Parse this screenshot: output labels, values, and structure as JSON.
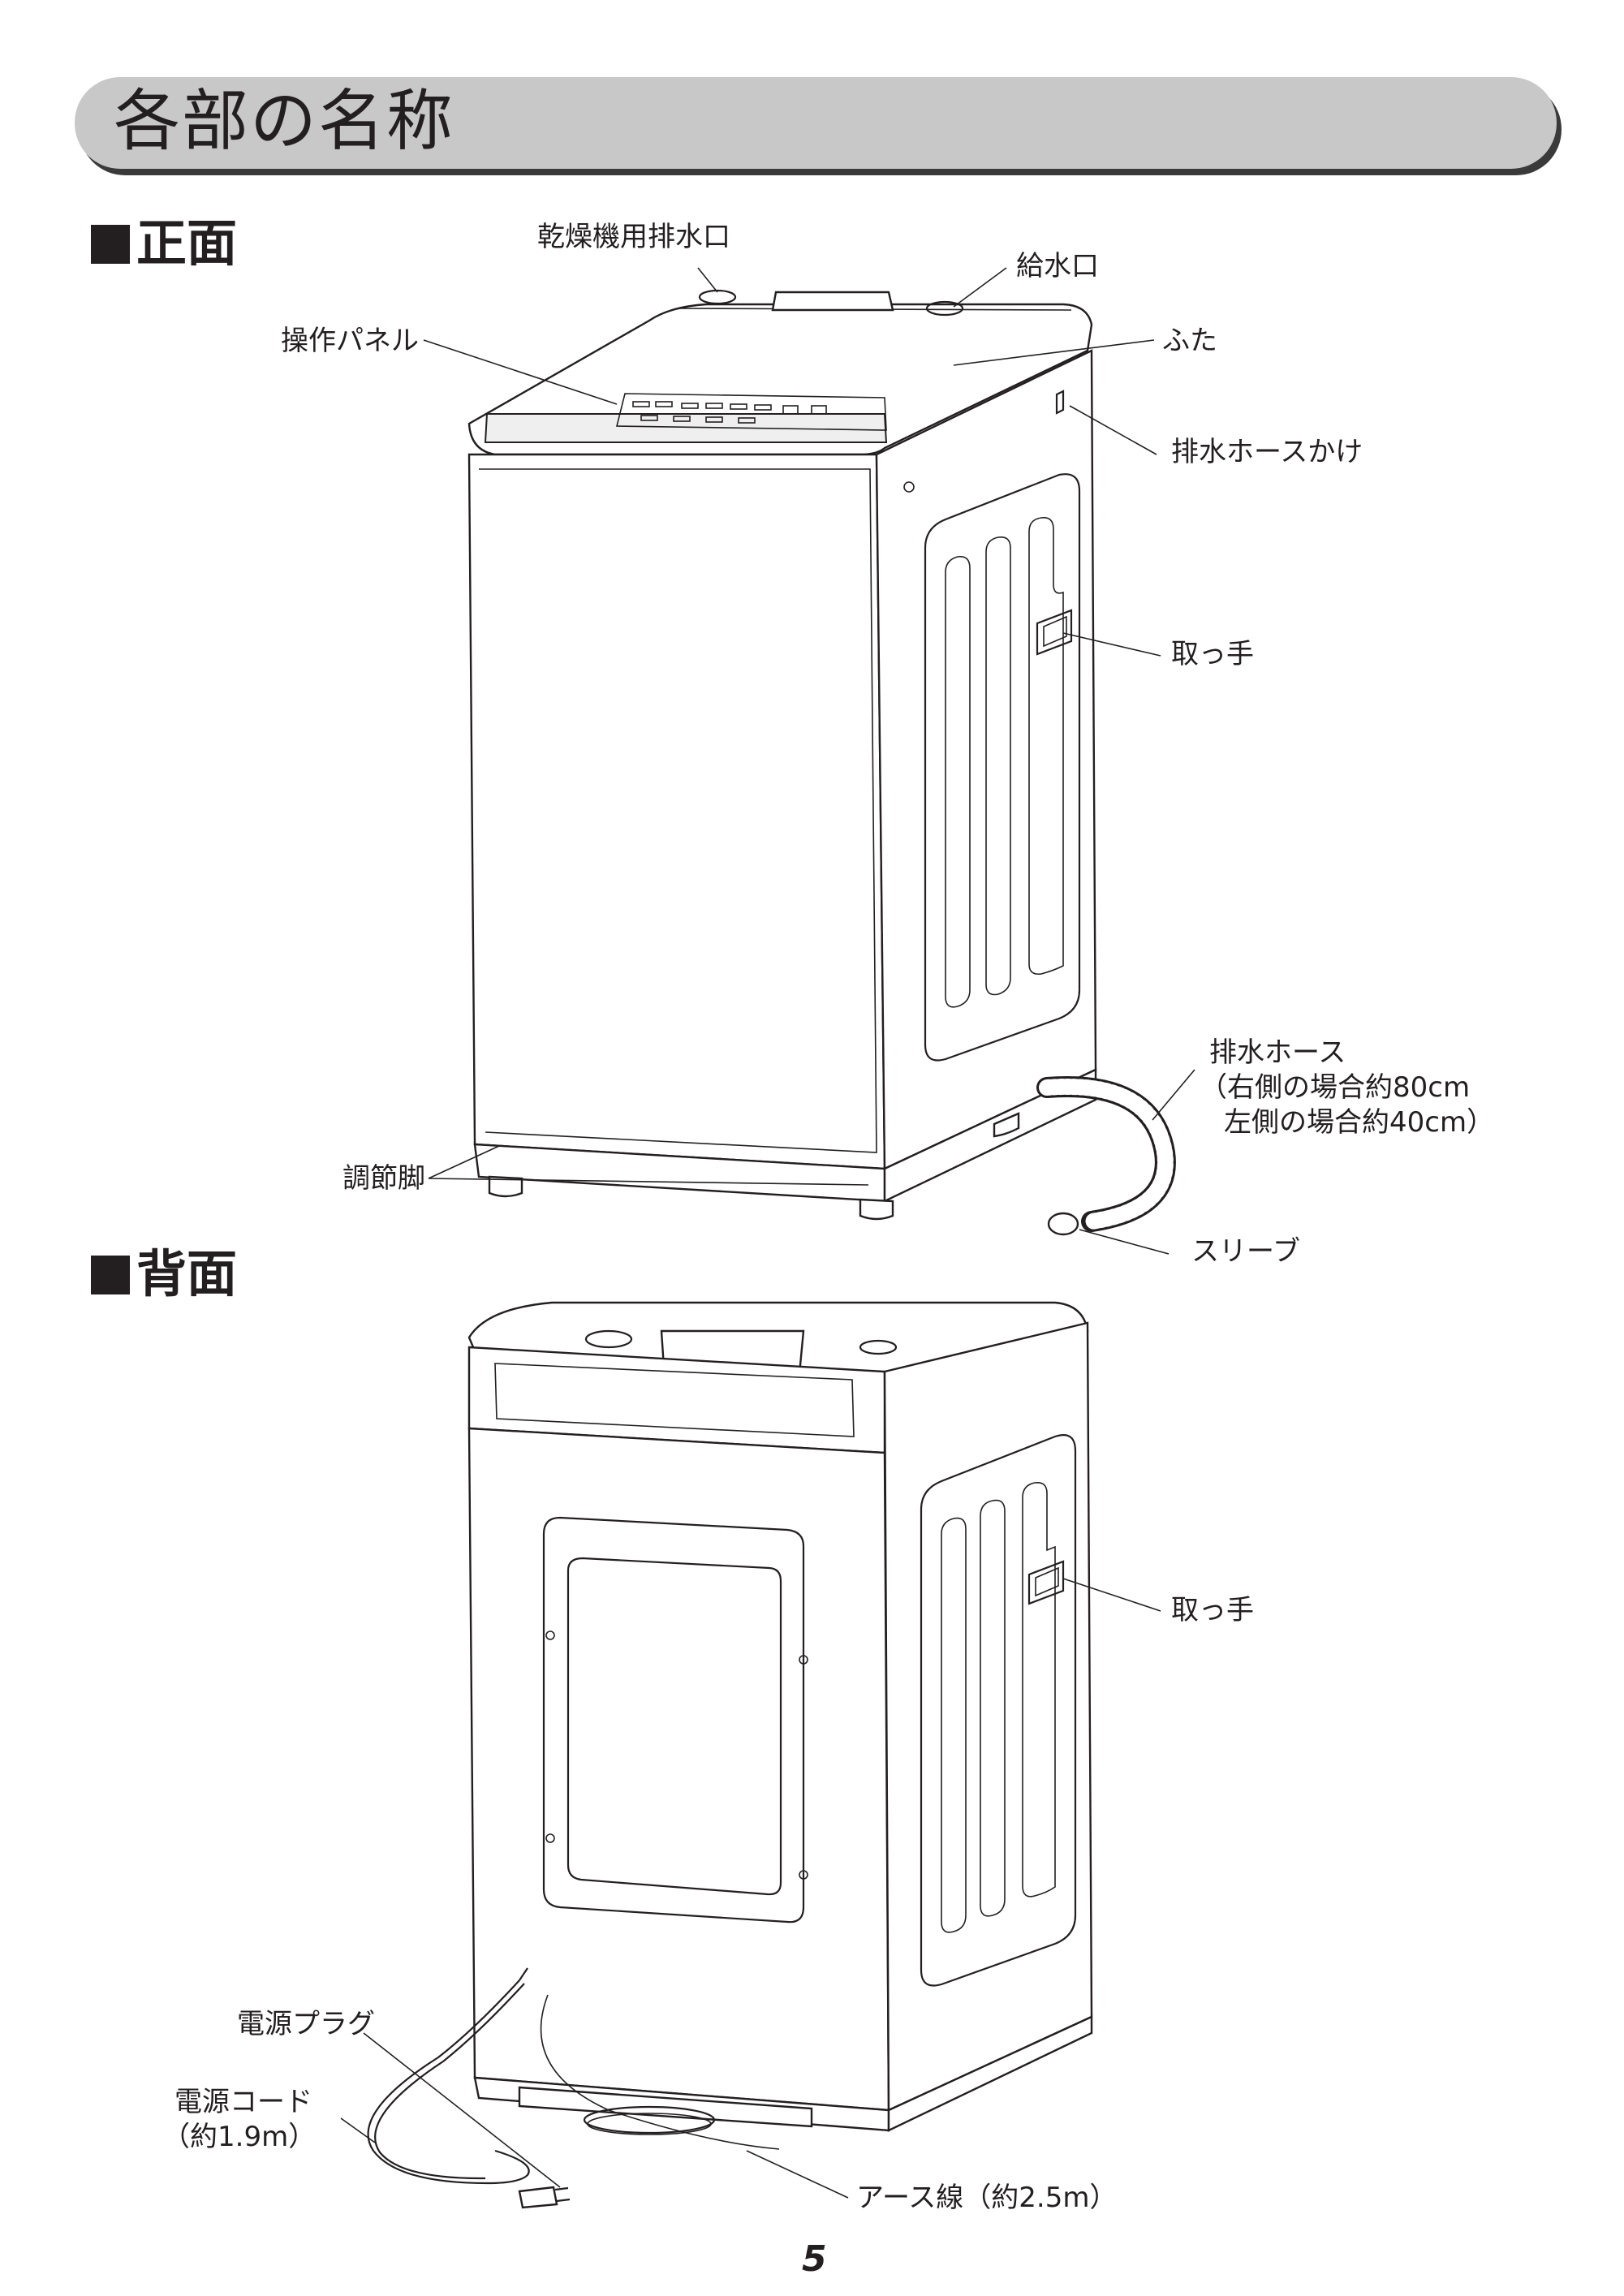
{
  "page": {
    "title": "各部の名称",
    "page_number": "5"
  },
  "front": {
    "heading": "正面",
    "labels": {
      "dryer_drain": "乾燥機用排水口",
      "water_inlet": "給水口",
      "control_panel": "操作パネル",
      "lid": "ふた",
      "hose_hook": "排水ホースかけ",
      "handle": "取っ手",
      "drain_hose": "排水ホース",
      "drain_hose_note_1": "（右側の場合約80cm",
      "drain_hose_note_2": "左側の場合約40cm）",
      "adjust_feet": "調節脚",
      "sleeve": "スリーブ"
    }
  },
  "back": {
    "heading": "背面",
    "labels": {
      "handle": "取っ手",
      "power_plug": "電源プラグ",
      "power_cord": "電源コード",
      "power_cord_note": "（約1.9m）",
      "ground_wire": "アース線（約2.5m）"
    }
  }
}
